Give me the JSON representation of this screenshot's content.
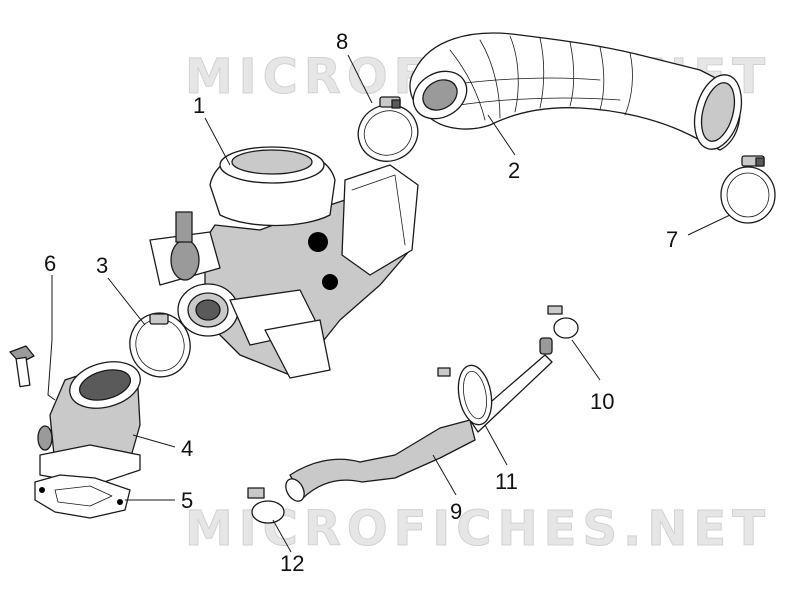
{
  "watermark": "MICROFICHES.NET",
  "callouts": [
    {
      "id": "c1",
      "label": "1"
    },
    {
      "id": "c2",
      "label": "2"
    },
    {
      "id": "c3",
      "label": "3"
    },
    {
      "id": "c4",
      "label": "4"
    },
    {
      "id": "c5",
      "label": "5"
    },
    {
      "id": "c6",
      "label": "6"
    },
    {
      "id": "c7",
      "label": "7"
    },
    {
      "id": "c8",
      "label": "8"
    },
    {
      "id": "c9",
      "label": "9"
    },
    {
      "id": "c10",
      "label": "10"
    },
    {
      "id": "c11",
      "label": "11"
    },
    {
      "id": "c12",
      "label": "12"
    }
  ]
}
